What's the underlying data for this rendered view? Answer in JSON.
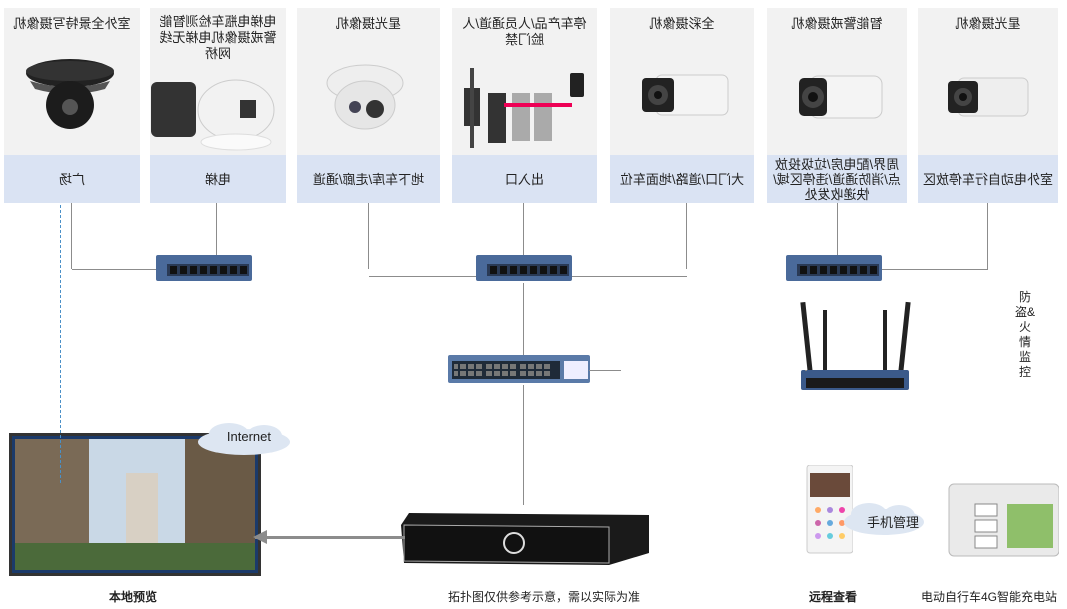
{
  "mirrored": true,
  "cameras": [
    {
      "title": "星光摄像机",
      "location": "室外电动自行车停放区"
    },
    {
      "title": "智能警戒摄像机",
      "location": "周界/配电房/垃圾投放点/消防通道/违停区域/快递收发处"
    },
    {
      "title": "全彩摄像机",
      "location": "大门口/道路/地面车位"
    },
    {
      "title": "停车产品/人员通道/人脸门禁",
      "location": "出入口"
    },
    {
      "title": "星光摄像机",
      "location": "地下车库/走廊/通道"
    },
    {
      "title": "电梯电瓶车检测智能警戒摄像机电梯无线网桥",
      "location": "电梯"
    },
    {
      "title": "室外全景特写摄像机",
      "location": "广场"
    }
  ],
  "side_label": "防盗&火情监控",
  "cloud_internet": "Internet",
  "cloud_mobile": "手机管理",
  "bottom_labels": {
    "charging_station": "电动自行车4G智能充电站",
    "remote_view": "远程查看",
    "disclaimer": "拓扑图仅供参考示意，需以实际为准",
    "local_preview": "本地预览"
  },
  "colors": {
    "card_bg": "#f2f2f2",
    "label_bar": "#dae3f3",
    "line": "#8c8c8c",
    "dashed": "#4a90c8",
    "switch_blue": "#4a6a9a"
  }
}
